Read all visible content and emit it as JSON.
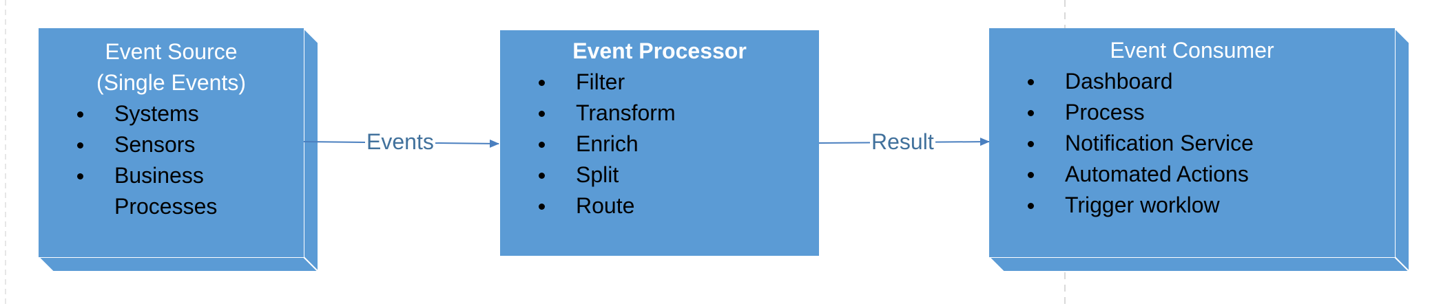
{
  "source": {
    "title_lines": [
      "Event Source",
      "(Single Events)"
    ],
    "items": [
      "Systems",
      "Sensors",
      "Business",
      "Processes"
    ]
  },
  "processor": {
    "title": "Event Processor",
    "items": [
      "Filter",
      "Transform",
      "Enrich",
      "Split",
      "Route"
    ]
  },
  "consumer": {
    "title": "Event Consumer",
    "items": [
      "Dashboard",
      "Process",
      "Notification Service",
      "Automated Actions",
      "Trigger worklow"
    ]
  },
  "edges": {
    "events_label": "Events",
    "result_label": "Result"
  },
  "colors": {
    "box_fill": "#5b9bd5",
    "box_side": "#5b9bd5",
    "box_edge": "#ffffff",
    "arrow": "#4a7fbf",
    "label": "#41719c",
    "divider": "#d9d9d9"
  }
}
